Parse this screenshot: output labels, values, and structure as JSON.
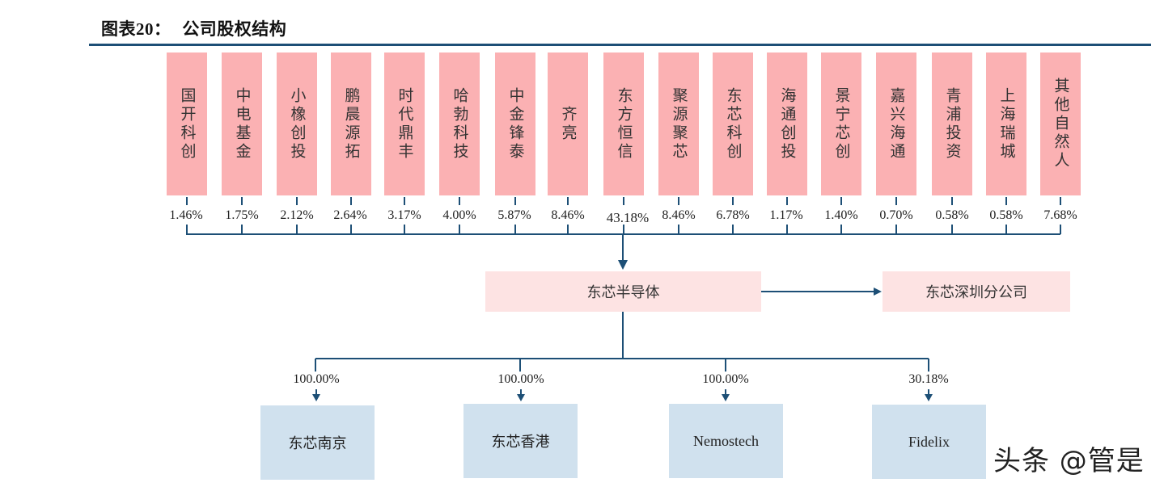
{
  "title": {
    "prefix": "图表",
    "number": "20",
    "suffix": "：",
    "text": "公司股权结构"
  },
  "colors": {
    "rule": "#1d4f76",
    "connector": "#1d4f76",
    "shareholder_box": "#fbb1b3",
    "hub_box": "#fde3e3",
    "subsidiary_box": "#d0e1ee"
  },
  "shareholders": [
    {
      "name": "国开科创",
      "pct": "1.46%"
    },
    {
      "name": "中电基金",
      "pct": "1.75%"
    },
    {
      "name": "小橡创投",
      "pct": "2.12%"
    },
    {
      "name": "鹏晨源拓",
      "pct": "2.64%"
    },
    {
      "name": "时代鼎丰",
      "pct": "3.17%"
    },
    {
      "name": "哈勃科技",
      "pct": "4.00%"
    },
    {
      "name": "中金锋泰",
      "pct": "5.87%"
    },
    {
      "name": "齐亮",
      "pct": "8.46%"
    },
    {
      "name": "东方恒信",
      "pct": "43.18%"
    },
    {
      "name": "聚源聚芯",
      "pct": "8.46%"
    },
    {
      "name": "东芯科创",
      "pct": "6.78%"
    },
    {
      "name": "海通创投",
      "pct": "1.17%"
    },
    {
      "name": "景宁芯创",
      "pct": "1.40%"
    },
    {
      "name": "嘉兴海通",
      "pct": "0.70%"
    },
    {
      "name": "青浦投资",
      "pct": "0.58%"
    },
    {
      "name": "上海瑞城",
      "pct": "0.58%"
    },
    {
      "name": "其他自然人",
      "pct": "7.68%"
    }
  ],
  "company": {
    "name": "东芯半导体"
  },
  "branch": {
    "name": "东芯深圳分公司"
  },
  "subsidiaries": [
    {
      "name": "东芯南京",
      "pct": "100.00%"
    },
    {
      "name": "东芯香港",
      "pct": "100.00%"
    },
    {
      "name": "Nemostech",
      "pct": "100.00%"
    },
    {
      "name": "Fidelix",
      "pct": "30.18%"
    }
  ],
  "watermark": "头条 @管是"
}
